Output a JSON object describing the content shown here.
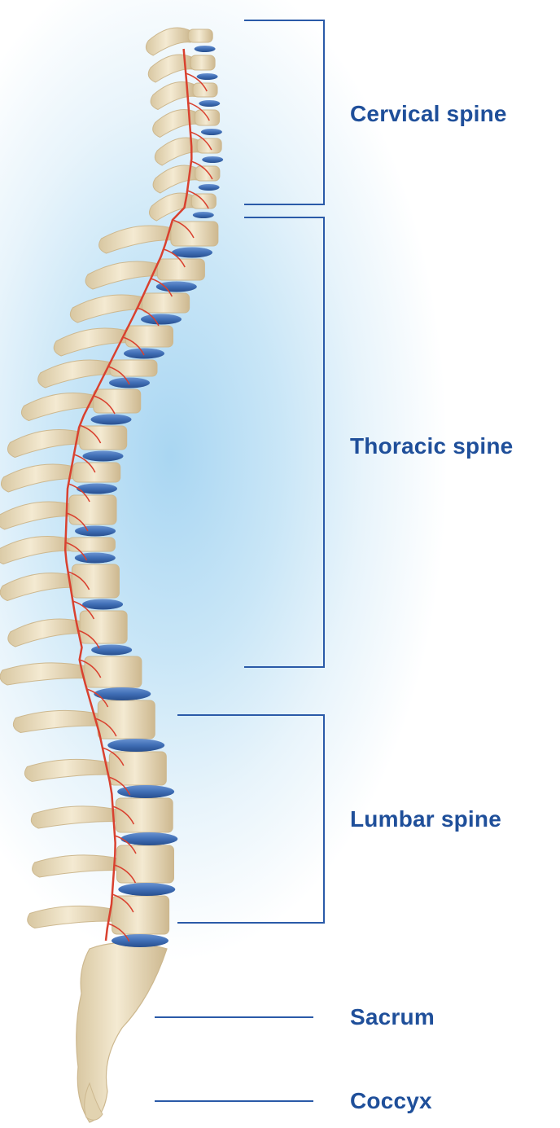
{
  "labels": {
    "cervical": "Cervical spine",
    "thoracic": "Thoracic spine",
    "lumbar": "Lumbar spine",
    "sacrum": "Sacrum",
    "coccyx": "Coccyx"
  },
  "colors": {
    "label": "#1f4f9a",
    "bracket": "#2a5aa8",
    "bone": "#efe3c6",
    "bone_shadow": "#cdb88f",
    "disc": "#3f6eb5",
    "nerve": "#d9412f",
    "background": "#bfe0f5"
  },
  "vertebra_counts": {
    "cervical": 7,
    "thoracic": 12,
    "lumbar": 5
  }
}
